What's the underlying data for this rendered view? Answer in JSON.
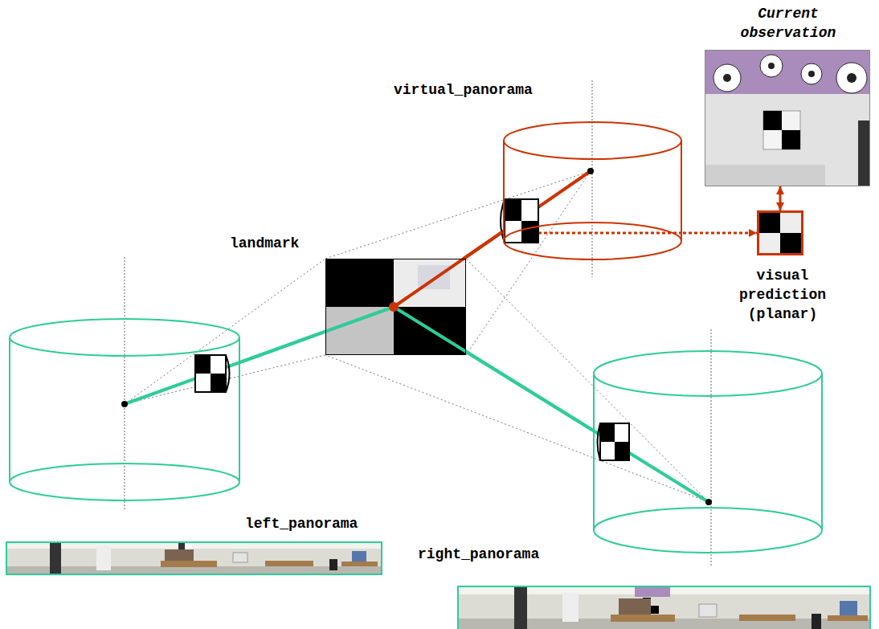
{
  "diagram": {
    "nodes": [
      {
        "text": [
          "virtual_panorama"
        ]
      },
      {
        "text": [
          "landmark"
        ]
      },
      {
        "text": [
          "left_panorama"
        ]
      },
      {
        "text": [
          "right_panorama"
        ]
      },
      {
        "text": [
          "Current observation"
        ]
      },
      {
        "text": [
          "visual prediction (planar)"
        ]
      }
    ],
    "edges": [
      {
        "from": 1,
        "to": 2,
        "arrow": "none"
      },
      {
        "from": 1,
        "to": 3,
        "arrow": "none"
      },
      {
        "from": 1,
        "to": 0,
        "arrow": "none"
      },
      {
        "from": 0,
        "to": 5,
        "arrow": "to"
      },
      {
        "from": 5,
        "to": 4,
        "arrow": "both"
      }
    ]
  }
}
